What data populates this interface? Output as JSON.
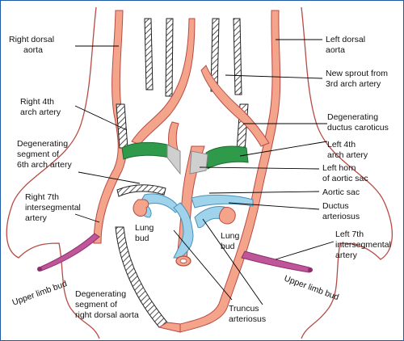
{
  "labels": {
    "right_dorsal_aorta": [
      "Right dorsal",
      "aorta"
    ],
    "right_4th_arch": [
      "Right 4th",
      "arch artery"
    ],
    "degenerating_6th": [
      "Degenerating",
      "segment of",
      "6th arch artery"
    ],
    "right_7th": [
      "Right 7th",
      "intersegmental",
      "artery"
    ],
    "upper_limb_bud_left_side": "Upper limb bud",
    "lung_bud_left": [
      "Lung",
      "bud"
    ],
    "lung_bud_right": [
      "Lung",
      "bud"
    ],
    "degenerating_right_dorsal": [
      "Degenerating",
      "segment of",
      "right dorsal aorta"
    ],
    "left_dorsal_aorta": [
      "Left dorsal",
      "aorta"
    ],
    "new_sprout": [
      "New sprout from",
      "3rd arch artery"
    ],
    "degenerating_ductus_caroticus": [
      "Degenerating",
      "ductus caroticus"
    ],
    "left_4th_arch": [
      "Left 4th",
      "arch artery"
    ],
    "left_horn": [
      "Left horn",
      "of aortic sac"
    ],
    "aortic_sac": "Aortic sac",
    "ductus_arteriosus": [
      "Ductus",
      "arteriosus"
    ],
    "left_7th": [
      "Left 7th",
      "intersegmental",
      "artery"
    ],
    "upper_limb_bud_right_side": "Upper limb bud",
    "truncus_arteriosus": [
      "Truncus",
      "arteriosus"
    ]
  },
  "colors": {
    "artery": "#f3a48a",
    "arch4": "#2e9a4a",
    "pulmonary": "#9fd3ec",
    "intersegmental": "#c0569a",
    "gray_segment": "#cfcfcf",
    "outline": "#b84a44",
    "frame": "#1f5aa6"
  }
}
